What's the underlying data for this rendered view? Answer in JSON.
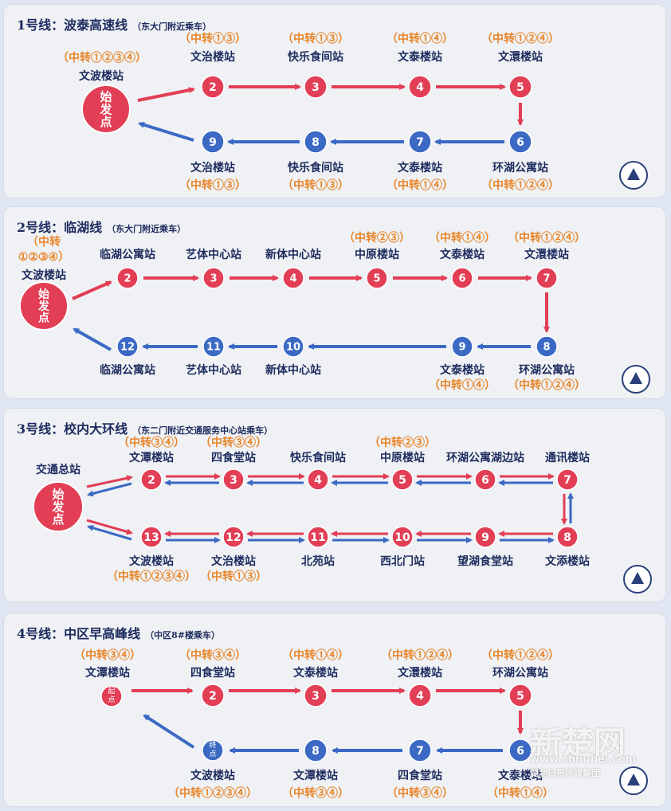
{
  "colors": {
    "red": "#e23e55",
    "blue": "#3b69c4",
    "navy": "#1d2b5e",
    "orange": "#e8862a"
  },
  "start_label": [
    "始",
    "发",
    "点"
  ],
  "route1": {
    "title": "1号线：波泰高速线",
    "note": "（东大门附近乘车）",
    "start": {
      "xfer": "（中转①②③④）",
      "name": "文波楼站"
    },
    "top": [
      {
        "num": "2",
        "name": "文治楼站",
        "xfer": "（中转①③）"
      },
      {
        "num": "3",
        "name": "快乐食间站",
        "xfer": "（中转①③）"
      },
      {
        "num": "4",
        "name": "文泰楼站",
        "xfer": "（中转①④）"
      },
      {
        "num": "5",
        "name": "文澴楼站",
        "xfer": "（中转①②④）"
      }
    ],
    "bottom": [
      {
        "num": "9",
        "name": "文治楼站",
        "xfer": "（中转①③）"
      },
      {
        "num": "8",
        "name": "快乐食间站",
        "xfer": "（中转①③）"
      },
      {
        "num": "7",
        "name": "文泰楼站",
        "xfer": "（中转①④）"
      },
      {
        "num": "6",
        "name": "环湖公寓站",
        "xfer": "（中转①②④）"
      }
    ]
  },
  "route2": {
    "title": "2号线：临湖线",
    "note": "（东大门附近乘车）",
    "start": {
      "xfer1": "（中转",
      "xfer2": "①②③④）",
      "name": "文波楼站"
    },
    "top": [
      {
        "num": "2",
        "name": "临湖公寓站",
        "xfer": ""
      },
      {
        "num": "3",
        "name": "艺体中心站",
        "xfer": ""
      },
      {
        "num": "4",
        "name": "新体中心站",
        "xfer": ""
      },
      {
        "num": "5",
        "name": "中原楼站",
        "xfer": "（中转②③）"
      },
      {
        "num": "6",
        "name": "文泰楼站",
        "xfer": "（中转①④）"
      },
      {
        "num": "7",
        "name": "文澴楼站",
        "xfer": "（中转①②④）"
      }
    ],
    "bottom": [
      {
        "num": "12",
        "name": "临湖公寓站",
        "xfer": ""
      },
      {
        "num": "11",
        "name": "艺体中心站",
        "xfer": ""
      },
      {
        "num": "10",
        "name": "新体中心站",
        "xfer": ""
      },
      {
        "num": "9",
        "name": "文泰楼站",
        "xfer": "（中转①④）"
      },
      {
        "num": "8",
        "name": "环湖公寓站",
        "xfer": "（中转①②④）"
      }
    ]
  },
  "route3": {
    "title": "3号线：校内大环线",
    "note": "（东二门附近交通服务中心站乘车）",
    "start": {
      "name": "交通总站"
    },
    "top": [
      {
        "num": "2",
        "name": "文潭楼站",
        "xfer": "（中转③④）"
      },
      {
        "num": "3",
        "name": "四食堂站",
        "xfer": "（中转③④）"
      },
      {
        "num": "4",
        "name": "快乐食间站",
        "xfer": ""
      },
      {
        "num": "5",
        "name": "中原楼站",
        "xfer": "（中转②③）"
      },
      {
        "num": "6",
        "name": "环湖公寓湖边站",
        "xfer": ""
      },
      {
        "num": "7",
        "name": "通讯楼站",
        "xfer": ""
      }
    ],
    "bottom": [
      {
        "num": "13",
        "name": "文波楼站",
        "xfer": "（中转①②③④）"
      },
      {
        "num": "12",
        "name": "文治楼站",
        "xfer": "（中转①③）"
      },
      {
        "num": "11",
        "name": "北苑站",
        "xfer": ""
      },
      {
        "num": "10",
        "name": "西北门站",
        "xfer": ""
      },
      {
        "num": "9",
        "name": "望湖食堂站",
        "xfer": ""
      },
      {
        "num": "8",
        "name": "文添楼站",
        "xfer": ""
      }
    ]
  },
  "route4": {
    "title": "4号线：中区早高峰线",
    "note": "（中区8#楼乘车）",
    "start": {
      "xfer": "（中转③④）",
      "name": "文潭楼站",
      "mark": "起点"
    },
    "end": {
      "xfer": "（中转①②③④）",
      "name": "文波楼站",
      "mark": "终点"
    },
    "top": [
      {
        "num": "2",
        "name": "四食堂站",
        "xfer": "（中转③④）"
      },
      {
        "num": "3",
        "name": "文泰楼站",
        "xfer": "（中转①④）"
      },
      {
        "num": "4",
        "name": "文澴楼站",
        "xfer": "（中转①②④）"
      },
      {
        "num": "5",
        "name": "环湖公寓站",
        "xfer": "（中转①②④）"
      }
    ],
    "bottom": [
      {
        "num": "8",
        "name": "文潭楼站",
        "xfer": "（中转③④）"
      },
      {
        "num": "7",
        "name": "四食堂站",
        "xfer": "（中转③④）"
      },
      {
        "num": "6",
        "name": "文泰楼站",
        "xfer": "（中转①④）"
      }
    ]
  },
  "watermark": {
    "brand": "新楚网",
    "url": "www.cnhubei.com",
    "tag": "湖北日报传媒集团"
  }
}
